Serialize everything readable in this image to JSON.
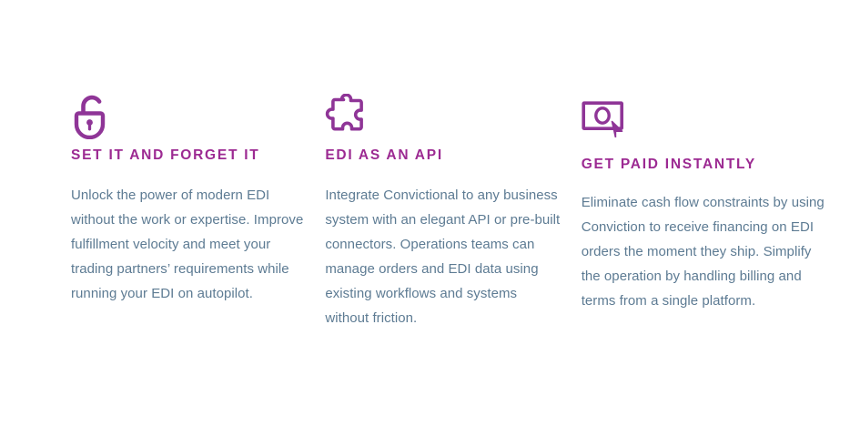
{
  "theme": {
    "background": "#ffffff",
    "heading_color": "#9c2a92",
    "icon_color": "#8f3597",
    "body_text_color": "#5d7b93"
  },
  "features": [
    {
      "icon": "open-padlock-icon",
      "title": "SET IT AND FORGET IT",
      "body": "Unlock the power of modern EDI without the work or expertise. Improve fulfillment velocity and meet your trading partners’ requirements while running your EDI on autopilot."
    },
    {
      "icon": "puzzle-piece-icon",
      "title": "EDI AS AN API",
      "body": "Integrate Convictional to any business system with an elegant API or pre-built connectors. Operations teams can manage orders and EDI data using existing workflows and systems without friction."
    },
    {
      "icon": "banknote-payment-icon",
      "title": "GET PAID INSTANTLY",
      "body": "Eliminate cash flow constraints by using Conviction to receive financing on EDI orders the moment they ship. Simplify the operation by handling billing and terms from a single platform."
    }
  ]
}
